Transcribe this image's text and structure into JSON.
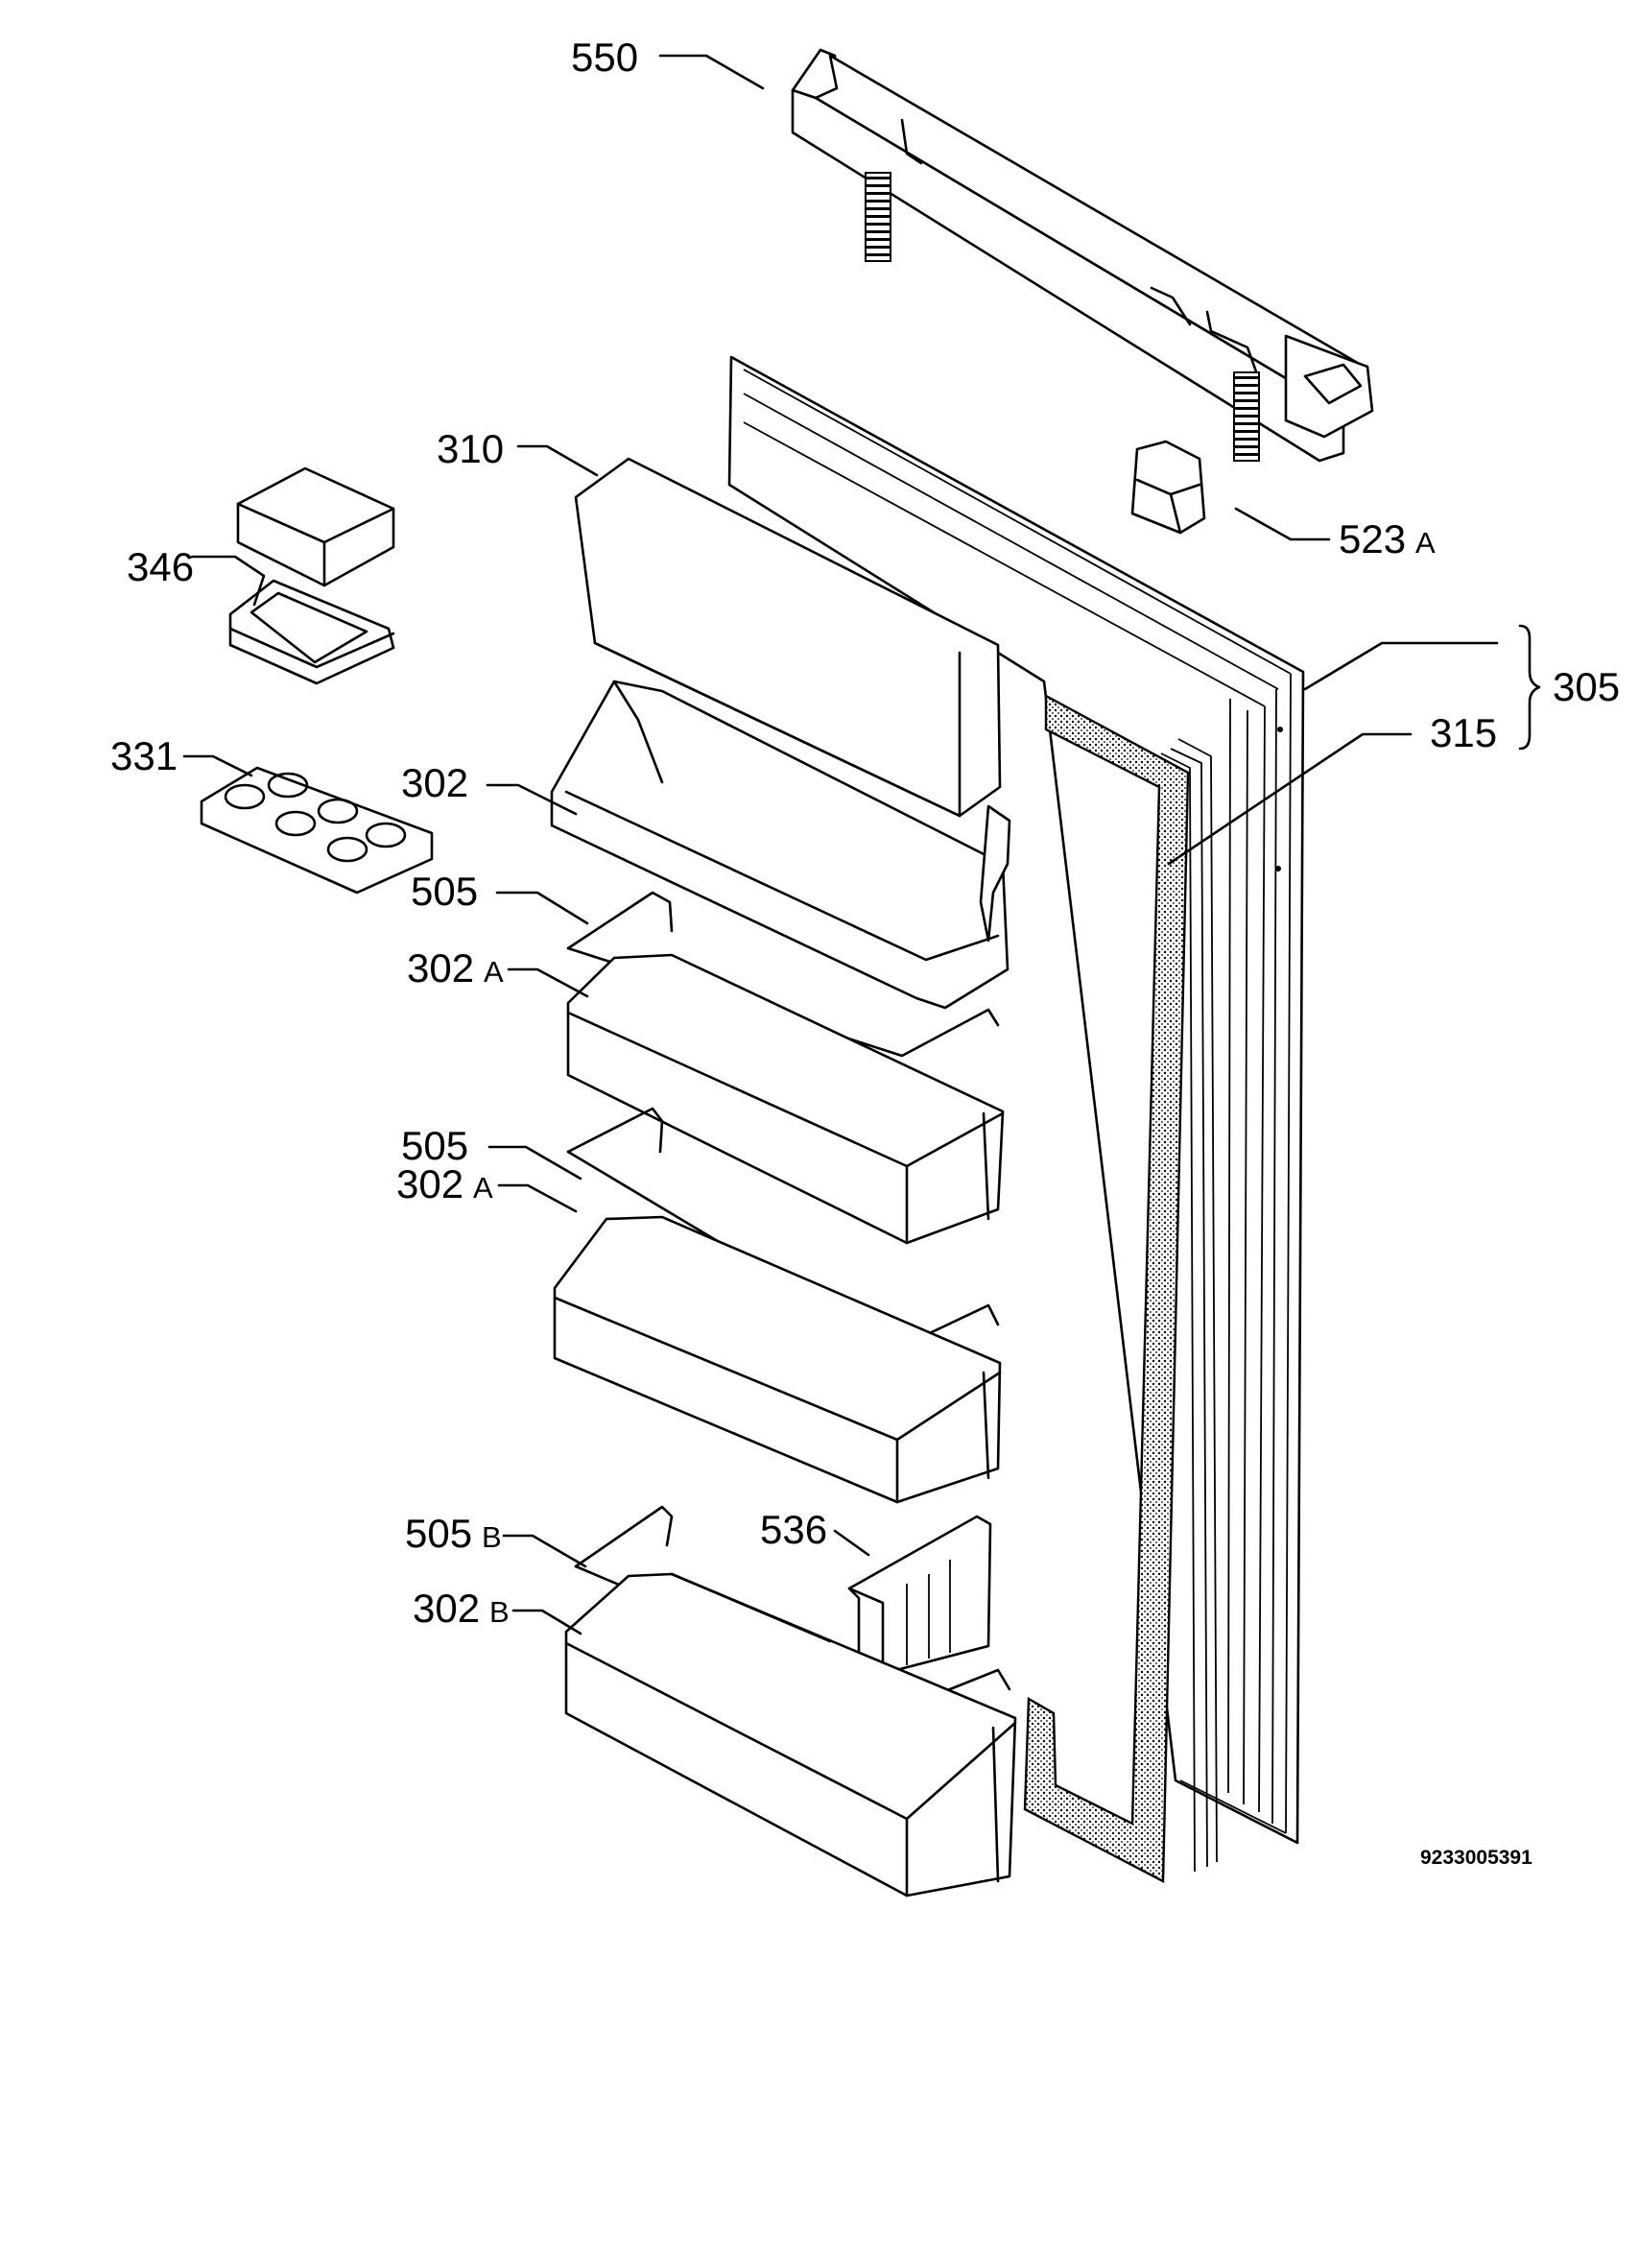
{
  "labels": {
    "l550": "550",
    "l310": "310",
    "l346": "346",
    "l523": "523",
    "l523s": "A",
    "l305": "305",
    "l315": "315",
    "l331": "331",
    "l302": "302",
    "l505a": "505",
    "l302a1": "302",
    "l302a1s": "A",
    "l505b": "505",
    "l302a2": "302",
    "l302a2s": "A",
    "l505B": "505",
    "l505Bs": "B",
    "l536": "536",
    "l302B": "302",
    "l302Bs": "B"
  },
  "drawing_number": "9233005391"
}
